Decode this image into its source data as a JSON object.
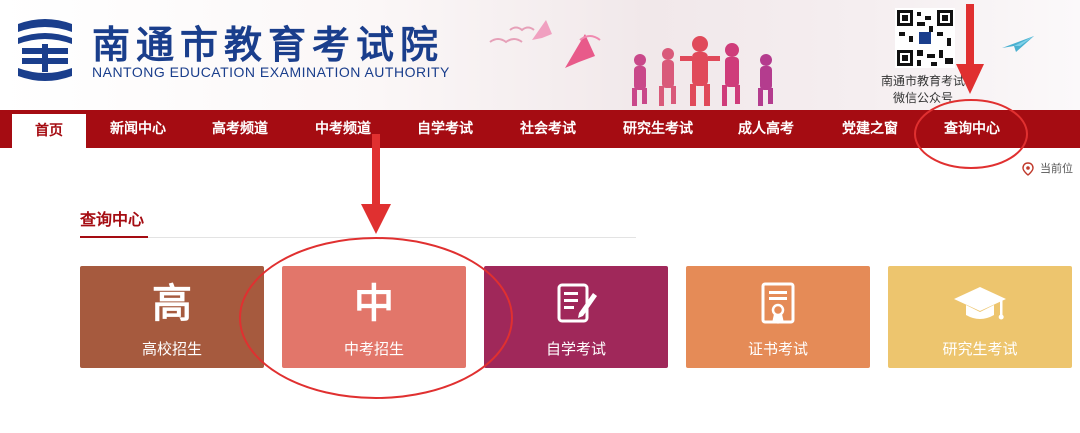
{
  "header": {
    "title_cn": "南通市教育考试院",
    "title_en": "NANTONG EDUCATION EXAMINATION AUTHORITY",
    "qr_caption_line1": "南通市教育考试",
    "qr_caption_line2": "微信公众号",
    "brand_color": "#1a3e8c"
  },
  "nav": {
    "items": [
      {
        "label": "首页"
      },
      {
        "label": "新闻中心"
      },
      {
        "label": "高考频道"
      },
      {
        "label": "中考频道"
      },
      {
        "label": "自学考试"
      },
      {
        "label": "社会考试"
      },
      {
        "label": "研究生考试"
      },
      {
        "label": "成人高考"
      },
      {
        "label": "党建之窗"
      },
      {
        "label": "查询中心"
      }
    ],
    "active_index": 0,
    "bg_color": "#a50c12"
  },
  "location": {
    "label": "当前位"
  },
  "section": {
    "title": "查询中心"
  },
  "cards": [
    {
      "label": "高校招生",
      "glyph": "高",
      "icon": "gao-glyph-icon",
      "color": "#a65a3e"
    },
    {
      "label": "中考招生",
      "glyph": "中",
      "icon": "zhong-glyph-icon",
      "color": "#e2766a"
    },
    {
      "label": "自学考试",
      "icon": "document-edit-icon",
      "color": "#a0285a"
    },
    {
      "label": "证书考试",
      "icon": "certificate-icon",
      "color": "#e58b57"
    },
    {
      "label": "研究生考试",
      "icon": "graduation-cap-icon",
      "color": "#edc56e"
    }
  ],
  "annotation_color": "#e03030"
}
